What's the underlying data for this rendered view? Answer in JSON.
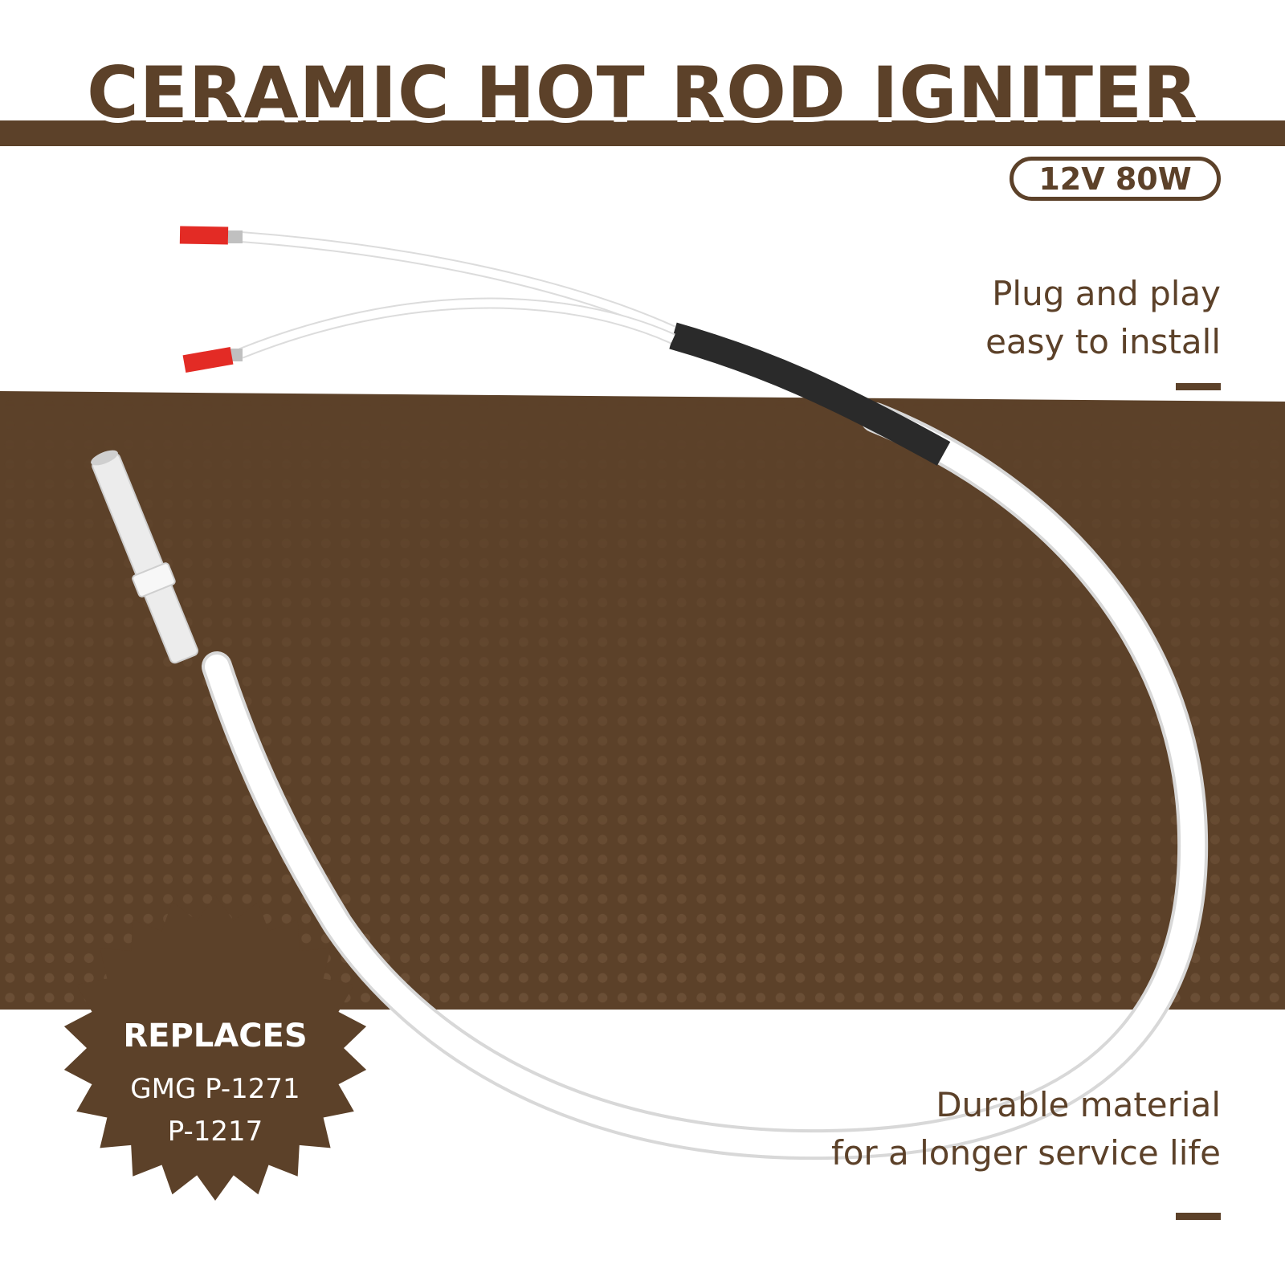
{
  "header": {
    "title": "CERAMIC HOT ROD IGNITER",
    "spec": "12V 80W"
  },
  "features": [
    {
      "lines": [
        "Plug and play",
        "easy to install"
      ]
    },
    {
      "lines": [
        "Durable material",
        "for a longer service life"
      ]
    }
  ],
  "badge": {
    "title": "REPLACES",
    "lines": [
      "GMG P-1271",
      "P-1217"
    ]
  },
  "colors": {
    "brand_brown": "#5c4129",
    "white": "#ffffff",
    "terminal_red": "#e32b25",
    "sleeve_black": "#2a2a2a"
  }
}
